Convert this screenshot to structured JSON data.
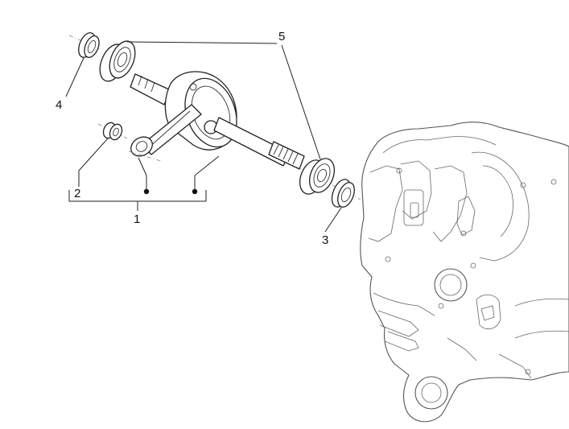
{
  "callouts": {
    "c1": "1",
    "c2": "2",
    "c3": "3",
    "c4": "4",
    "c5": "5"
  },
  "colors": {
    "line": "#222222",
    "background": "#ffffff",
    "housing": "#555555"
  }
}
